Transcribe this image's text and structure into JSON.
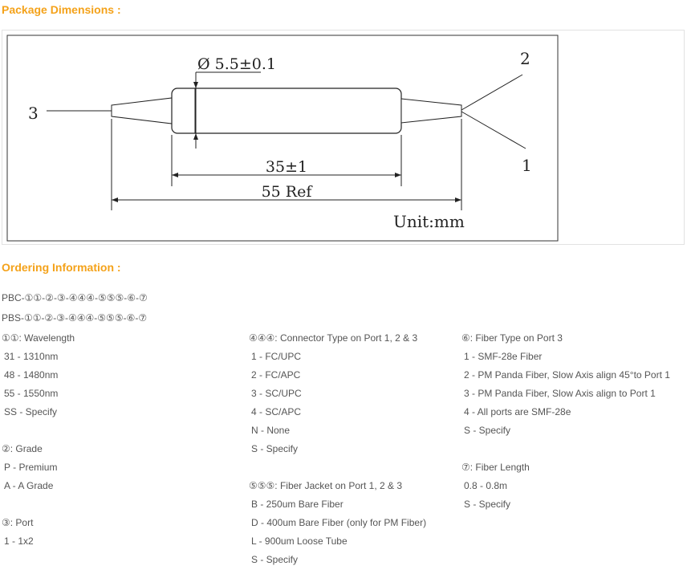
{
  "sections": {
    "dimensions_title": "Package Dimensions :",
    "ordering_title": "Ordering Information :"
  },
  "drawing": {
    "diameter_label": "Ø 5.5±0.1",
    "body_length_label": "35±1",
    "total_length_label": "55 Ref",
    "unit_label": "Unit:mm",
    "port3_label": "3",
    "port2_label": "2",
    "port1_label": "1"
  },
  "ordering": {
    "codes": [
      "PBC-①①-②-③-④④④-⑤⑤⑤-⑥-⑦",
      "PBS-①①-②-③-④④④-⑤⑤⑤-⑥-⑦"
    ],
    "wavelength": {
      "title": "①①: Wavelength",
      "items": [
        "31 - 1310nm",
        "48 - 1480nm",
        "55 - 1550nm",
        "SS - Specify"
      ]
    },
    "grade": {
      "title": "②: Grade",
      "items": [
        "P - Premium",
        "A - A Grade"
      ]
    },
    "port": {
      "title": "③: Port",
      "items": [
        "1 - 1x2"
      ]
    },
    "connector": {
      "title": "④④④: Connector Type on Port 1, 2 & 3",
      "items": [
        "1 - FC/UPC",
        "2 - FC/APC",
        "3 - SC/UPC",
        "4 - SC/APC",
        "N - None",
        "S - Specify"
      ]
    },
    "jacket": {
      "title": "⑤⑤⑤: Fiber Jacket on Port 1, 2 & 3",
      "items": [
        "B - 250um Bare Fiber",
        "D - 400um Bare Fiber (only for PM Fiber)",
        "L - 900um Loose Tube",
        "S - Specify"
      ]
    },
    "fiber_type": {
      "title": "⑥: Fiber Type on Port 3",
      "items": [
        "1 - SMF-28e Fiber",
        "2 - PM Panda Fiber, Slow Axis align 45°to Port 1",
        "3 - PM Panda Fiber, Slow Axis align to Port 1",
        "4 - All ports are SMF-28e",
        "S - Specify"
      ]
    },
    "fiber_length": {
      "title": "⑦: Fiber Length",
      "items": [
        "0.8 - 0.8m",
        "S - Specify"
      ]
    }
  }
}
